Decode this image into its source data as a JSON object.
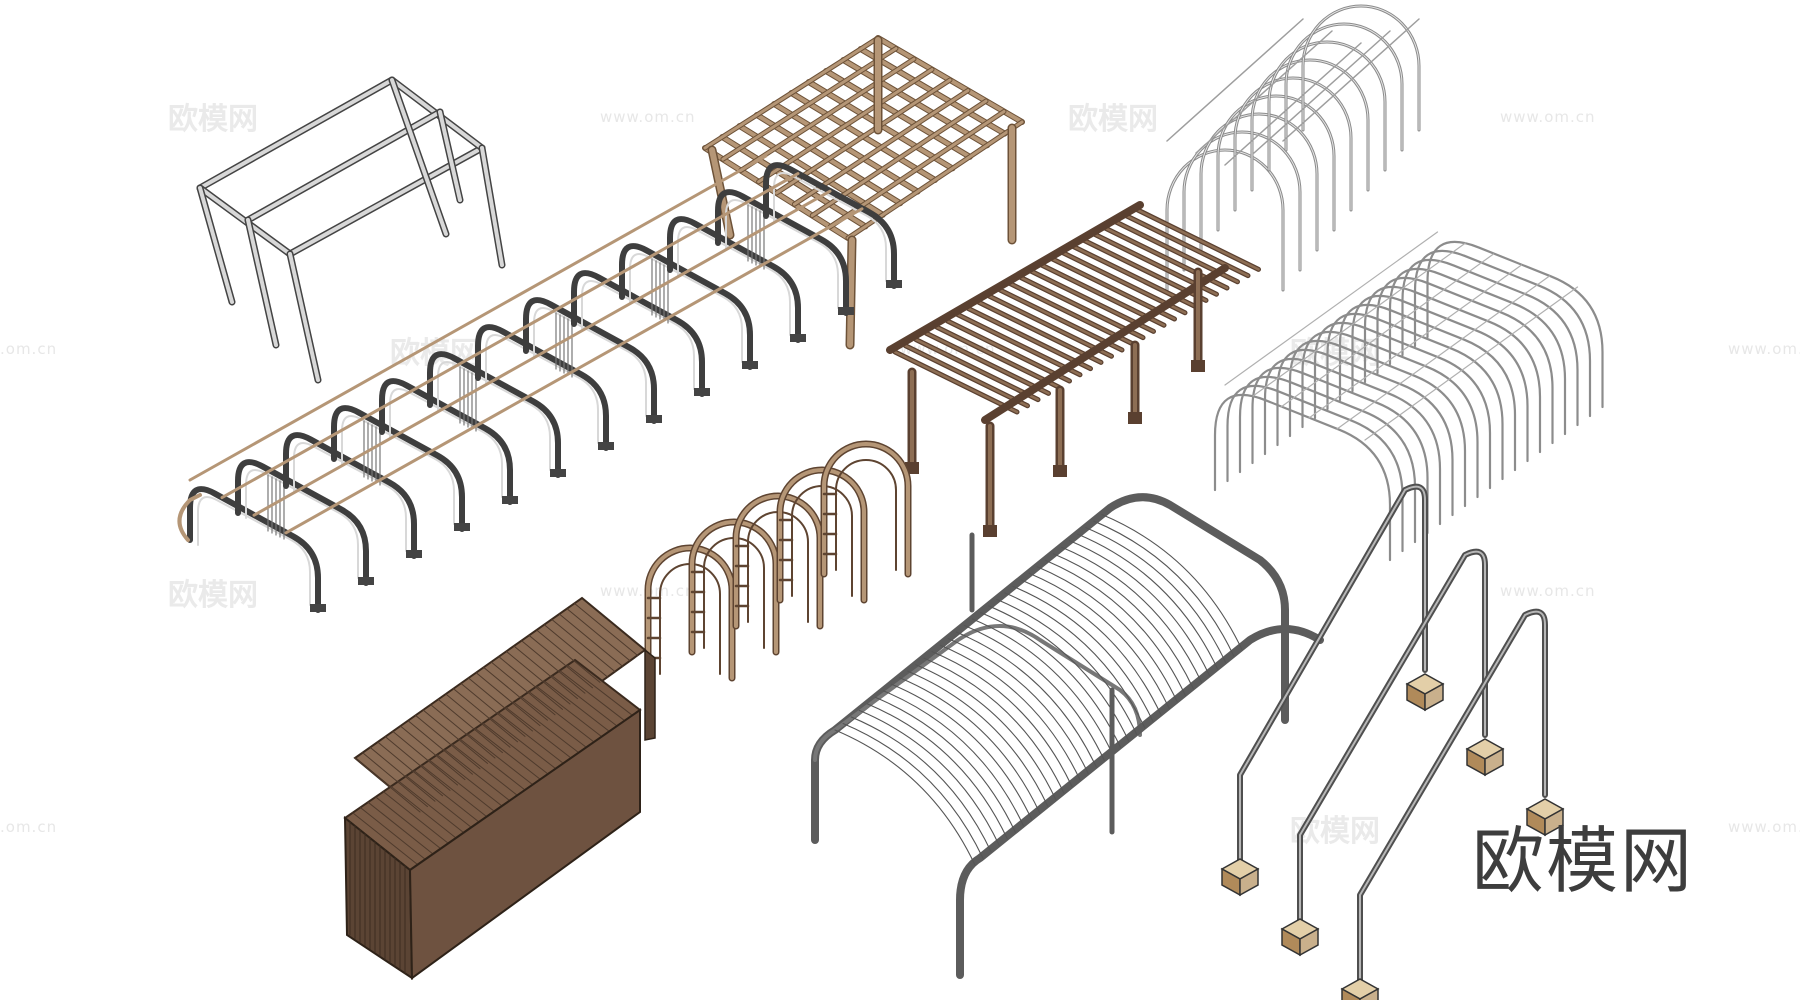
{
  "brand": {
    "logo_text": "欧模网"
  },
  "watermarks": {
    "site": "www.om.cn",
    "site_edge": ".om.cn",
    "name": "欧模网"
  },
  "colors": {
    "background": "#ffffff",
    "steel": "#6e6e6e",
    "wire": "#9a9a9a",
    "wood": "#b59676",
    "wood_dark": "#7a5a40",
    "slat_panel": "#6b5240",
    "watermark": "#e6e6e6",
    "logo": "#3d3d3d"
  },
  "models": [
    {
      "id": "steel-frame",
      "material": "steel"
    },
    {
      "id": "wood-pergola",
      "material": "wood"
    },
    {
      "id": "wire-arch-tunnel-small",
      "material": "wire"
    },
    {
      "id": "long-arch-tunnel",
      "material": "steel+wood"
    },
    {
      "id": "dark-wood-pergola",
      "material": "dark-wood"
    },
    {
      "id": "wire-arch-tunnel-large",
      "material": "wire"
    },
    {
      "id": "wood-arch-tunnel",
      "material": "wood"
    },
    {
      "id": "slatted-bench",
      "material": "wood-slat"
    },
    {
      "id": "double-arch-canopy",
      "material": "steel"
    },
    {
      "id": "steel-gate-arches",
      "material": "steel+stone"
    }
  ]
}
